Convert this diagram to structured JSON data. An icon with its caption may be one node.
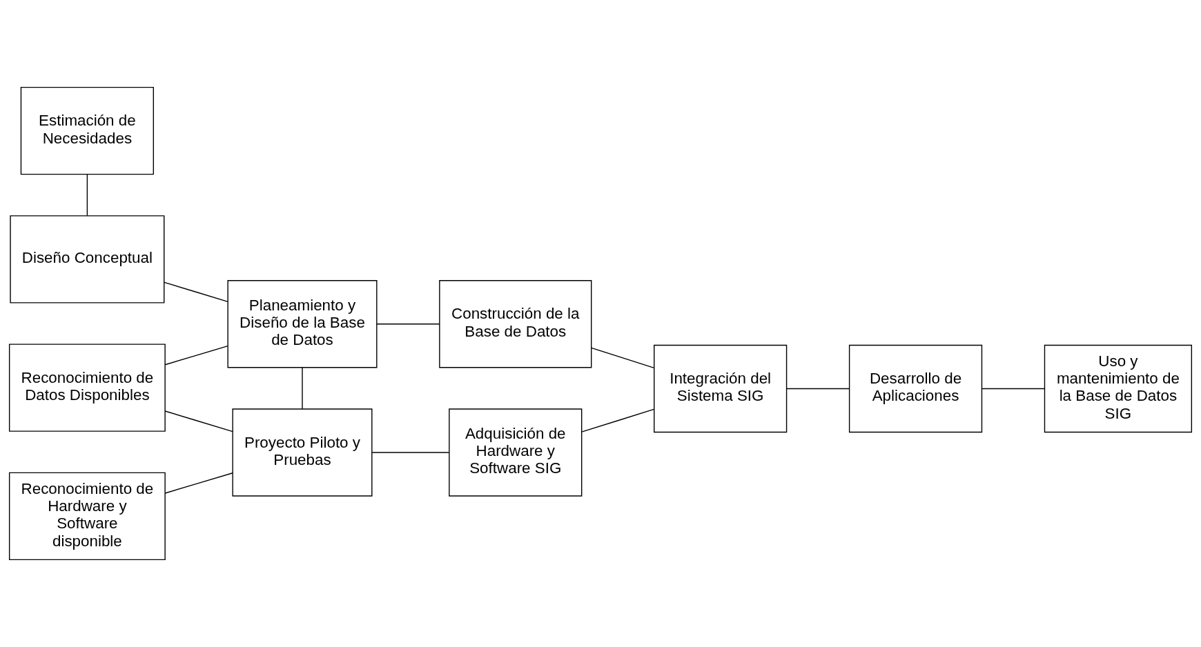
{
  "diagram": {
    "nodes": [
      {
        "text": [
          "Estimación de Necesidades"
        ]
      },
      {
        "text": [
          "Diseño Conceptual"
        ]
      },
      {
        "text": [
          "Reconocimiento de Datos Disponibles"
        ]
      },
      {
        "text": [
          "Reconocimiento de Hardware y Software disponible"
        ]
      },
      {
        "text": [
          "Planeamiento y Diseño de la Base de Datos"
        ]
      },
      {
        "text": [
          "Proyecto Piloto y Pruebas"
        ]
      },
      {
        "text": [
          "Construcción de la Base de Datos"
        ]
      },
      {
        "text": [
          "Adquisición de Hardware y Software SIG"
        ]
      },
      {
        "text": [
          "Integración del Sistema SIG"
        ]
      },
      {
        "text": [
          "Desarrollo de Aplicaciones"
        ]
      },
      {
        "text": [
          "Uso y mantenimiento de la Base de Datos SIG"
        ]
      }
    ],
    "edges": [
      {
        "from": 0,
        "to": 1,
        "arrow": "none"
      },
      {
        "from": 1,
        "to": 4,
        "arrow": "none"
      },
      {
        "from": 2,
        "to": 4,
        "arrow": "none"
      },
      {
        "from": 2,
        "to": 5,
        "arrow": "none"
      },
      {
        "from": 3,
        "to": 5,
        "arrow": "none"
      },
      {
        "from": 4,
        "to": 5,
        "arrow": "none"
      },
      {
        "from": 4,
        "to": 6,
        "arrow": "none"
      },
      {
        "from": 5,
        "to": 7,
        "arrow": "none"
      },
      {
        "from": 6,
        "to": 8,
        "arrow": "none"
      },
      {
        "from": 7,
        "to": 8,
        "arrow": "none"
      },
      {
        "from": 8,
        "to": 9,
        "arrow": "none"
      },
      {
        "from": 9,
        "to": 10,
        "arrow": "none"
      }
    ]
  }
}
